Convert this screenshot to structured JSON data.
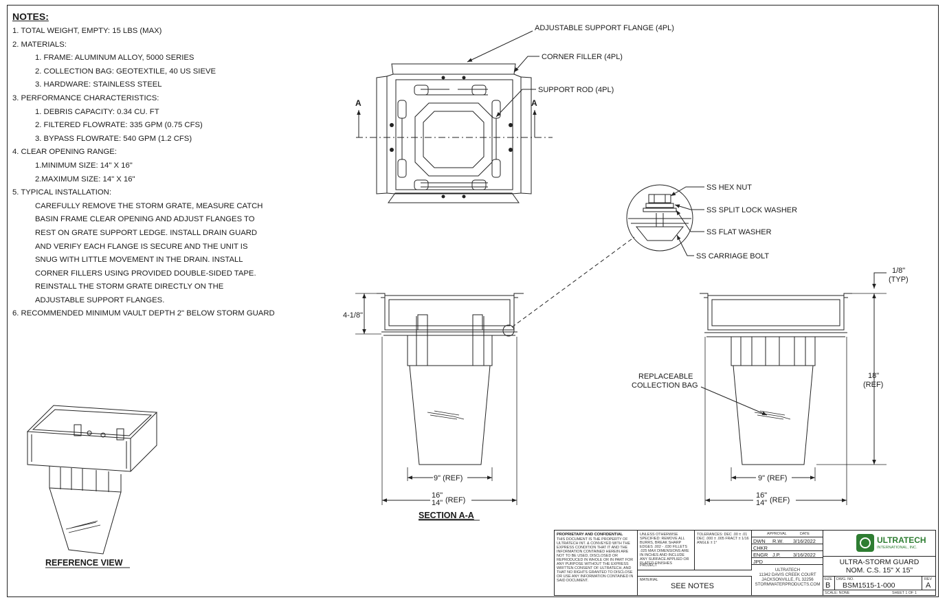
{
  "notes": {
    "title": "NOTES:",
    "lines": [
      {
        "level": 1,
        "text": "1. TOTAL WEIGHT, EMPTY: 15 LBS (MAX)"
      },
      {
        "level": 1,
        "text": "2. MATERIALS:"
      },
      {
        "level": 2,
        "text": "1. FRAME: ALUMINUM ALLOY, 5000 SERIES"
      },
      {
        "level": 2,
        "text": "2. COLLECTION BAG: GEOTEXTILE, 40 US SIEVE"
      },
      {
        "level": 2,
        "text": "3. HARDWARE: STAINLESS STEEL"
      },
      {
        "level": 1,
        "text": "3. PERFORMANCE CHARACTERISTICS:"
      },
      {
        "level": 2,
        "text": "1. DEBRIS CAPACITY: 0.34 CU. FT"
      },
      {
        "level": 2,
        "text": "2. FILTERED FLOWRATE: 335 GPM (0.75 CFS)"
      },
      {
        "level": 2,
        "text": "3. BYPASS FLOWRATE: 540 GPM (1.2 CFS)"
      },
      {
        "level": 1,
        "text": "4. CLEAR OPENING RANGE:"
      },
      {
        "level": 2,
        "text": "1.MINIMUM SIZE: 14\" X 16\""
      },
      {
        "level": 2,
        "text": "2.MAXIMUM SIZE: 14\" X 16\""
      },
      {
        "level": 1,
        "text": "5. TYPICAL INSTALLATION:"
      },
      {
        "level": 3,
        "text": "CAREFULLY REMOVE THE STORM GRATE, MEASURE CATCH"
      },
      {
        "level": 3,
        "text": "BASIN FRAME CLEAR OPENING AND ADJUST FLANGES TO"
      },
      {
        "level": 3,
        "text": "REST ON GRATE SUPPORT LEDGE. INSTALL DRAIN GUARD"
      },
      {
        "level": 3,
        "text": "AND VERIFY EACH FLANGE IS SECURE AND THE UNIT IS"
      },
      {
        "level": 3,
        "text": "SNUG WITH LITTLE MOVEMENT IN THE DRAIN. INSTALL"
      },
      {
        "level": 3,
        "text": "CORNER FILLERS USING PROVIDED DOUBLE-SIDED TAPE."
      },
      {
        "level": 3,
        "text": "REINSTALL THE STORM GRATE DIRECTLY ON THE"
      },
      {
        "level": 3,
        "text": "ADJUSTABLE SUPPORT FLANGES."
      },
      {
        "level": 1,
        "text": "6. RECOMMENDED MINIMUM VAULT DEPTH 2\" BELOW STORM GUARD"
      }
    ]
  },
  "callouts": {
    "flange": "ADJUSTABLE SUPPORT FLANGE (4PL)",
    "corner_filler": "CORNER FILLER (4PL)",
    "support_rod": "SUPPORT ROD (4PL)",
    "section_mark": "A",
    "hex_nut": "SS HEX NUT",
    "lock_washer": "SS SPLIT LOCK WASHER",
    "flat_washer": "SS FLAT WASHER",
    "carriage_bolt": "SS CARRIAGE BOLT",
    "bag_line1": "REPLACEABLE",
    "bag_line2": "COLLECTION BAG"
  },
  "dims": {
    "height_flange": "4-1/8\"",
    "bottom_width": "9\" (REF)",
    "top_width_a": "16\"",
    "top_width_b": "14\"",
    "ref": "(REF)",
    "thickness": "1/8\"",
    "typ": "(TYP)",
    "overall_height": "18\"",
    "overall_height_ref": "(REF)"
  },
  "views": {
    "section": "SECTION A-A",
    "reference": "REFERENCE VIEW"
  },
  "title_block": {
    "proprietary_title": "PROPRIETARY AND CONFIDENTIAL",
    "proprietary_text": "THIS DOCUMENT IS THE PROPERTY OF ULTRATECH INT. & CONVEYED WITH THE EXPRESS CONDITION THAT IT AND THE INFORMATION CONTAINED HEREIN ARE NOT TO BE USED, DISCLOSED OR REPRODUCED IN WHOLE OR IN PART FOR ANY PURPOSE WITHOUT THE EXPRESS WRITTEN CONSENT OF ULTRATECH, AND THAT NO RIGHTS GRANTED TO DISCLOSE OR USE ANY INFORMATION CONTAINED IN SAID DOCUMENT.",
    "spec_text": "UNLESS OTHERWISE SPECIFIED: REMOVE ALL BURRS, BREAK SHARP EDGES .002 - .030 FILLETS .025 MAX DIMENSIONS ARE IN INCHES AND INCLUDE ANY SURFACE APPLIED OR PLATED FINISHES",
    "tolerance_text": "TOLERANCES: DEC .00 ± .01 DEC .000 ± .005 FRACT ± 1/16 ANGLE ± 1°",
    "project": "PROJECT",
    "material": "MATERIAL",
    "see_notes": "SEE NOTES",
    "approval": "APPROVAL",
    "date_hdr": "DATE",
    "dwn": "DWN",
    "dwn_by": "R.W.",
    "dwn_date": "3/16/2022",
    "chkr": "CHKR",
    "engr": "ENGR",
    "engr_by": "J.P.",
    "engr_date": "3/16/2022",
    "jpd": "JPD",
    "company": "ULTRATECH",
    "address1": "11342 DAVIS CREEK COURT",
    "address2": "JACKSONVILLE, FL 32256",
    "website": "STORMWATERPRODUCTS.COM",
    "logo_name": "ULTRATECH",
    "logo_sub": "INTERNATIONAL, INC.",
    "title1": "ULTRA-STORM GUARD",
    "title2": "NOM. C.S. 15\" X 15\"",
    "size_lbl": "SIZE",
    "size": "B",
    "dwgno_lbl": "DWG. NO.",
    "dwgno": "BSM1515-1-000",
    "rev_lbl": "REV",
    "rev": "A",
    "scale": "SCALE: NONE",
    "sheet": "SHEET 1 OF 1"
  },
  "colors": {
    "line": "#222222",
    "logo": "#2e7d32"
  }
}
